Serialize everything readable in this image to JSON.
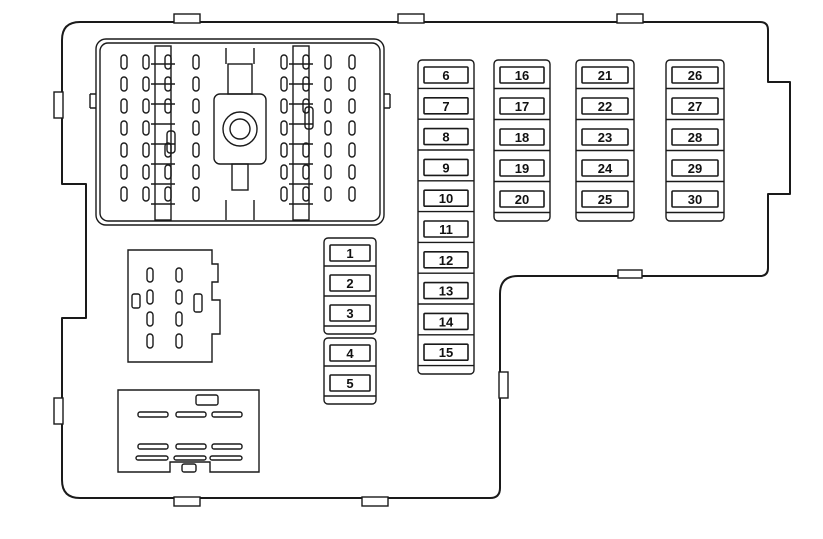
{
  "diagram": {
    "colors": {
      "stroke": "#1a1a1a",
      "background": "#ffffff"
    },
    "fuse_groups": [
      {
        "id": "g1",
        "labels": [
          "1",
          "2",
          "3"
        ]
      },
      {
        "id": "g2",
        "labels": [
          "4",
          "5"
        ]
      },
      {
        "id": "g3",
        "labels": [
          "6",
          "7",
          "8",
          "9",
          "10",
          "11",
          "12",
          "13",
          "14",
          "15"
        ]
      },
      {
        "id": "g4",
        "labels": [
          "16",
          "17",
          "18",
          "19",
          "20"
        ]
      },
      {
        "id": "g5",
        "labels": [
          "21",
          "22",
          "23",
          "24",
          "25"
        ]
      },
      {
        "id": "g6",
        "labels": [
          "26",
          "27",
          "28",
          "29",
          "30"
        ]
      }
    ]
  }
}
